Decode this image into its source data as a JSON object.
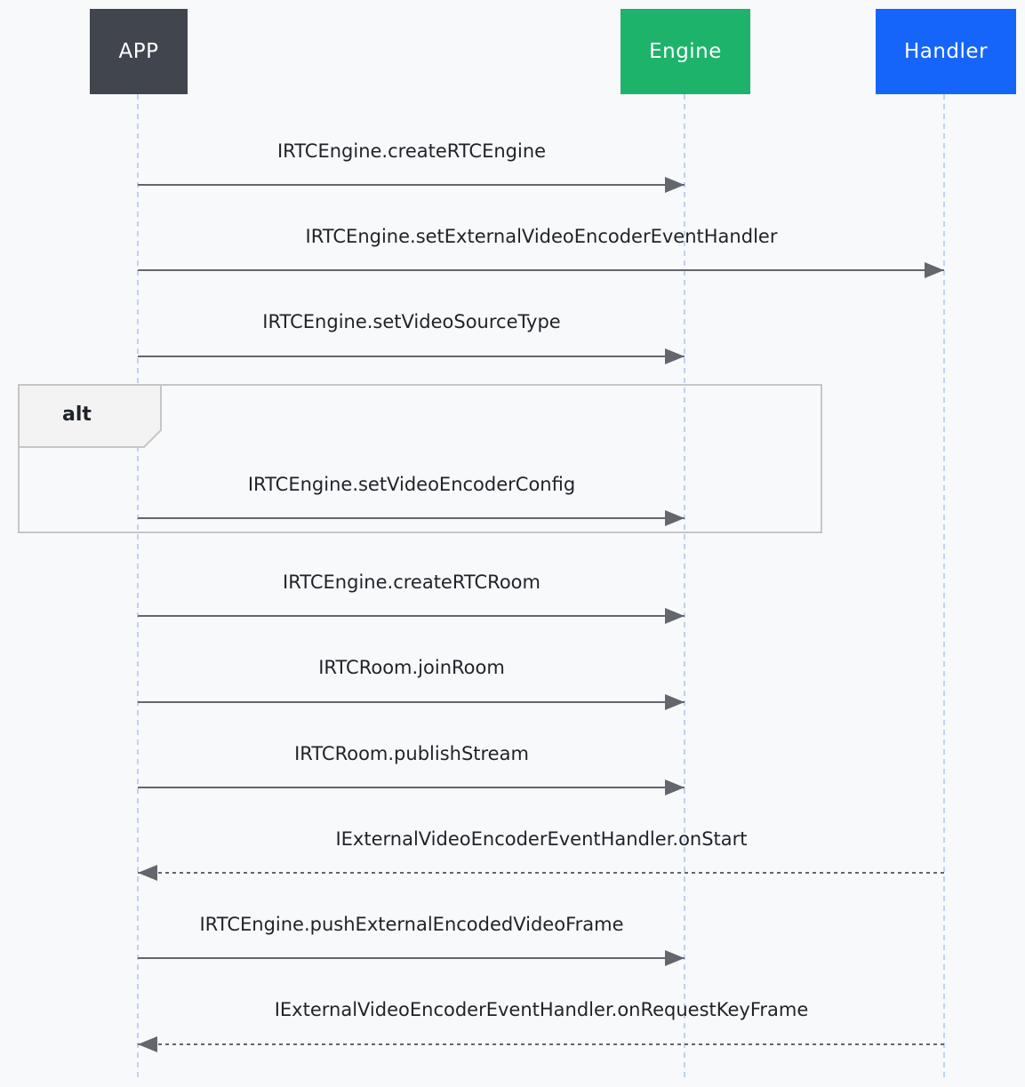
{
  "actors": [
    {
      "id": "app",
      "label": "APP",
      "color": "#41454e"
    },
    {
      "id": "engine",
      "label": "Engine",
      "color": "#1db36b"
    },
    {
      "id": "handler",
      "label": "Handler",
      "color": "#1565fb"
    }
  ],
  "fragment": {
    "label": "alt"
  },
  "messages": [
    {
      "label": "IRTCEngine.createRTCEngine",
      "from": "APP",
      "to": "Engine",
      "style": "solid"
    },
    {
      "label": "IRTCEngine.setExternalVideoEncoderEventHandler",
      "from": "APP",
      "to": "Handler",
      "style": "solid"
    },
    {
      "label": "IRTCEngine.setVideoSourceType",
      "from": "APP",
      "to": "Engine",
      "style": "solid"
    },
    {
      "label": "IRTCEngine.setVideoEncoderConfig",
      "from": "APP",
      "to": "Engine",
      "style": "solid"
    },
    {
      "label": "IRTCEngine.createRTCRoom",
      "from": "APP",
      "to": "Engine",
      "style": "solid"
    },
    {
      "label": "IRTCRoom.joinRoom",
      "from": "APP",
      "to": "Engine",
      "style": "solid"
    },
    {
      "label": "IRTCRoom.publishStream",
      "from": "APP",
      "to": "Engine",
      "style": "solid"
    },
    {
      "label": "IExternalVideoEncoderEventHandler.onStart",
      "from": "Handler",
      "to": "APP",
      "style": "dashed"
    },
    {
      "label": "IRTCEngine.pushExternalEncodedVideoFrame",
      "from": "APP",
      "to": "Engine",
      "style": "solid"
    },
    {
      "label": "IExternalVideoEncoderEventHandler.onRequestKeyFrame",
      "from": "Handler",
      "to": "APP",
      "style": "dashed"
    }
  ]
}
